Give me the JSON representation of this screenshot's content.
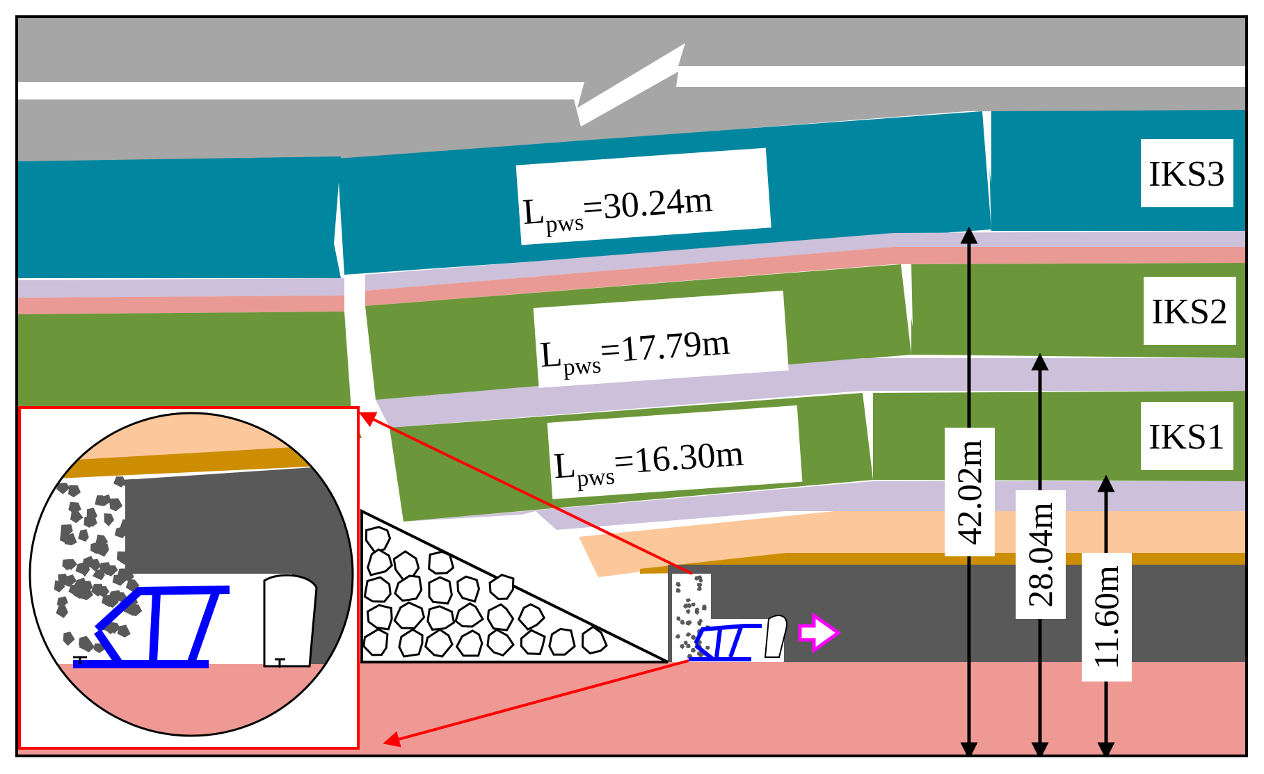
{
  "strata_labels": {
    "iks3": "IKS3",
    "iks2": "IKS2",
    "iks1": "IKS1"
  },
  "break_lengths": {
    "iks3": {
      "symbol": "L",
      "subscript": "pws",
      "value": "=30.24m"
    },
    "iks2": {
      "symbol": "L",
      "subscript": "pws",
      "value": "=17.79m"
    },
    "iks1": {
      "symbol": "L",
      "subscript": "pws",
      "value": "=16.30m"
    }
  },
  "heights": {
    "iks3": "42.02m",
    "iks2": "28.04m",
    "iks1": "11.60m"
  },
  "colors": {
    "grey_overburden": "#a6a6a6",
    "teal_stratum": "#00869e",
    "lavender": "#ccc0da",
    "salmon": "#e99a94",
    "green_stratum": "#6b973a",
    "peach": "#fcc79a",
    "gold": "#cc8e00",
    "coal_seam": "#595959",
    "floor": "#ee9994",
    "support": "#0000ff",
    "callout": "#ff0000",
    "advance_arrow": "#ff00ff"
  }
}
